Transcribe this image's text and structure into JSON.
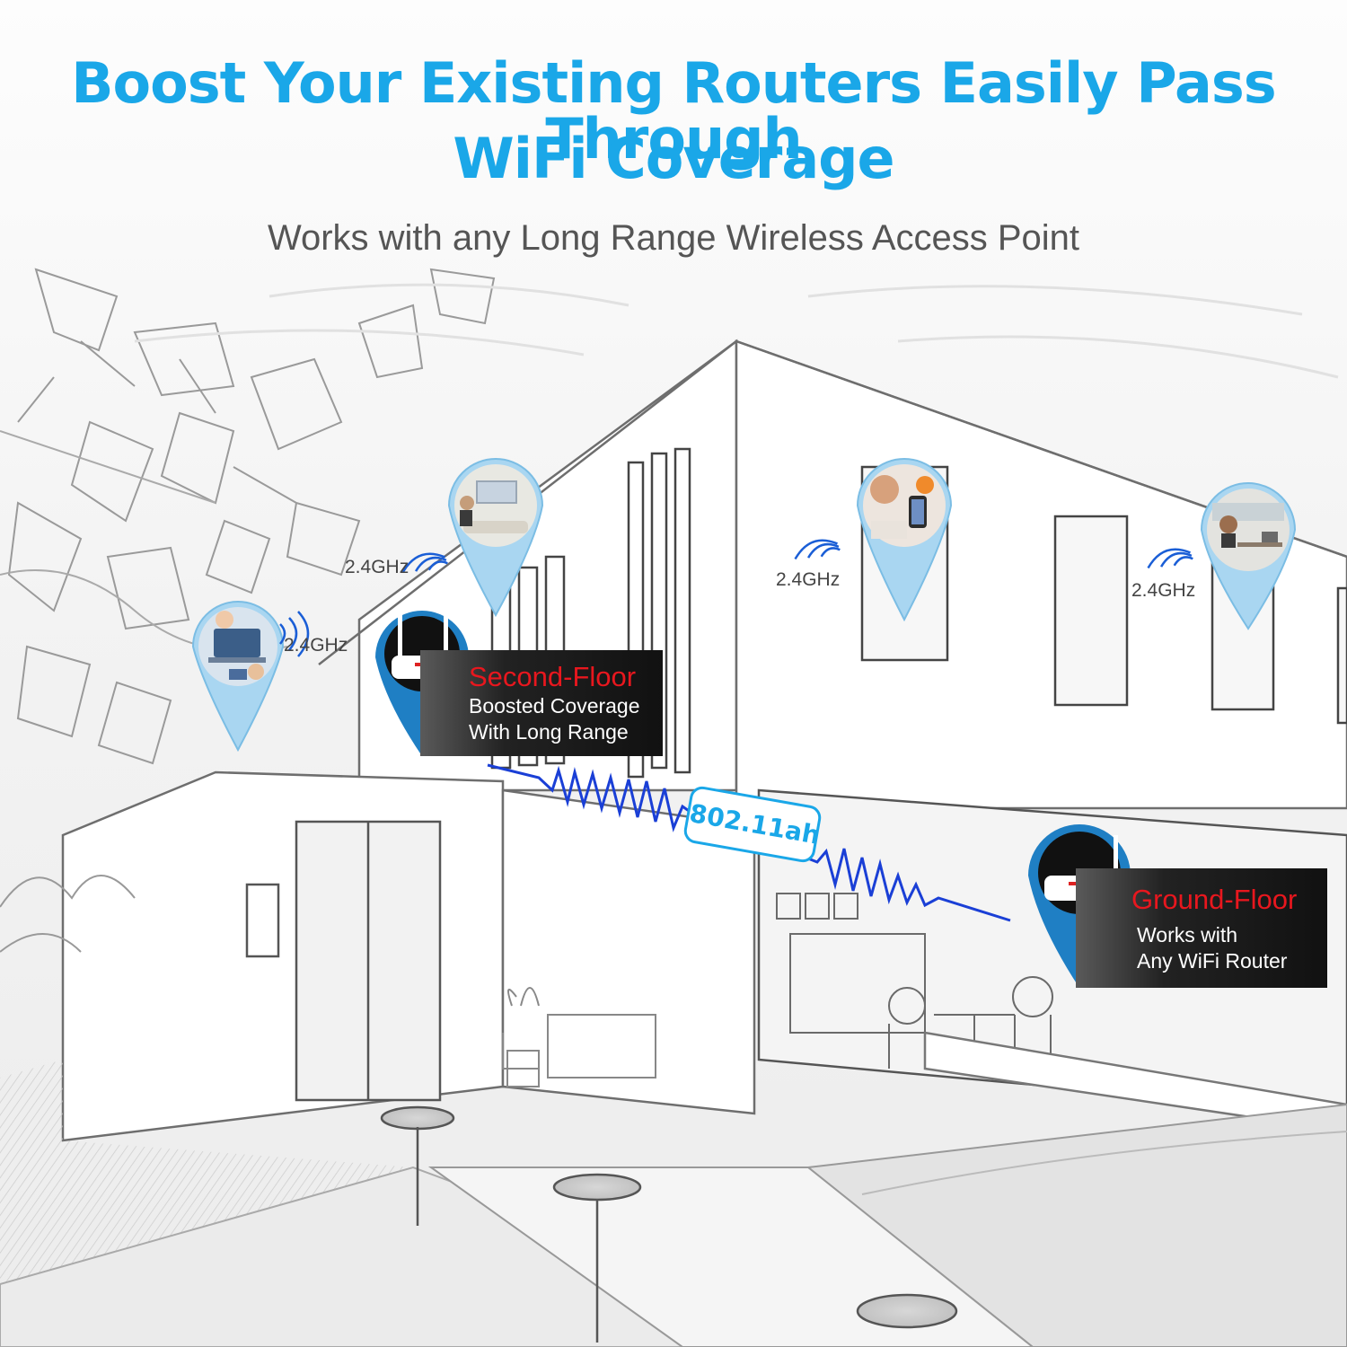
{
  "header": {
    "title_line1": "Boost Your Existing Routers Easily Pass Through",
    "title_line2": "WiFi Coverage",
    "subtitle": "Works with any Long Range Wireless Access Point"
  },
  "colors": {
    "accent": "#1aa7e8",
    "pin": "#a9d6f1",
    "callout_head": "#e8171e",
    "signal_wave": "#1a3fd6"
  },
  "frequency_labels": [
    "2.4GHz",
    "2.4GHz",
    "2.4GHz",
    "2.4GHz"
  ],
  "callouts": {
    "second_floor": {
      "title": "Second-Floor",
      "line1": "Boosted Coverage",
      "line2": "With Long Range"
    },
    "ground_floor": {
      "title": "Ground-Floor",
      "line1": "Works with",
      "line2": "Any WiFi Router"
    }
  },
  "protocol_badge": "802.11ah",
  "pins": [
    {
      "icon": "laptop-work-photo-icon"
    },
    {
      "icon": "living-room-tv-photo-icon"
    },
    {
      "icon": "phone-user-photo-icon"
    },
    {
      "icon": "office-desk-photo-icon"
    }
  ]
}
